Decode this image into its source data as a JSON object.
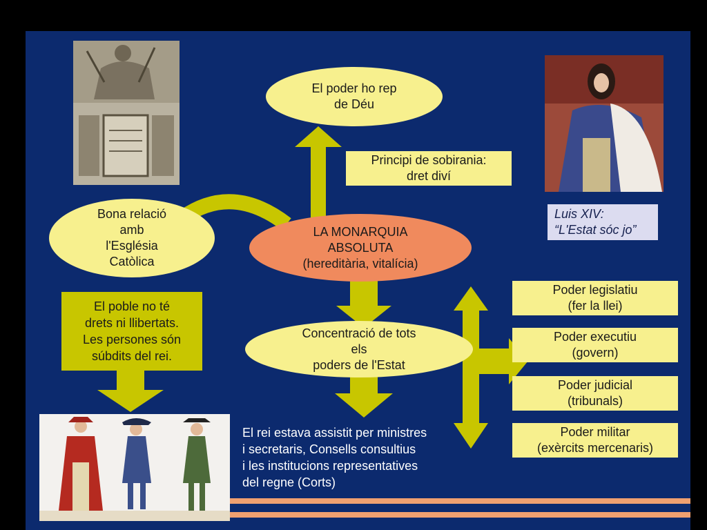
{
  "diagram": {
    "center": {
      "title": "LA MONARQUIA\nABSOLUTA",
      "subtitle": "(hereditària, vitalícia)"
    },
    "top_ellipse": "El poder ho rep\nde Déu",
    "sovereignty_box": "Principi de sobirania:\ndret diví",
    "church_ellipse": "Bona relació\namb\nl'Església\nCatòlica",
    "concentration_ellipse": "Concentració de tots\nels\npoders de l'Estat",
    "people_box": "El poble no té\ndrets ni llibertats.\nLes persones són\nsúbdits del rei.",
    "king_caption": "Luis XIV:\n“L'Estat sóc jo”",
    "assist_text": "El rei estava assistit per ministres\ni secretaris, Consells consultius\ni les institucions representatives\ndel regne (Corts)",
    "powers": [
      "Poder legislatiu\n(fer la llei)",
      "Poder executiu\n(govern)",
      "Poder judicial\n(tribunals)",
      "Poder militar\n(exèrcits mercenaris)"
    ]
  },
  "colors": {
    "background": "#0c2a6e",
    "ellipse_fill": "#f7f08e",
    "center_fill": "#f08a5d",
    "arrow_fill": "#c8c600",
    "stripe": "#f0a070"
  }
}
